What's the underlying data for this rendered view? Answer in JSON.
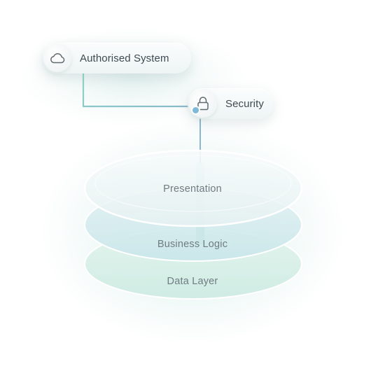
{
  "nodes": {
    "authorised_system": {
      "label": "Authorised System",
      "icon": "cloud-icon"
    },
    "security": {
      "label": "Security",
      "icon": "lock-icon"
    }
  },
  "layers": [
    {
      "label": "Presentation"
    },
    {
      "label": "Business Logic"
    },
    {
      "label": "Data Layer"
    }
  ],
  "colors": {
    "connector_start": "#8fd8c4",
    "connector_end": "#8ab8cc",
    "accent_dot": "#7fb8d8",
    "layer_presentation": "#eef5f6",
    "layer_business": "#d6ecef",
    "layer_data": "#d8efe8",
    "text_primary": "#3f4a52",
    "text_layer": "#6f7c82"
  }
}
